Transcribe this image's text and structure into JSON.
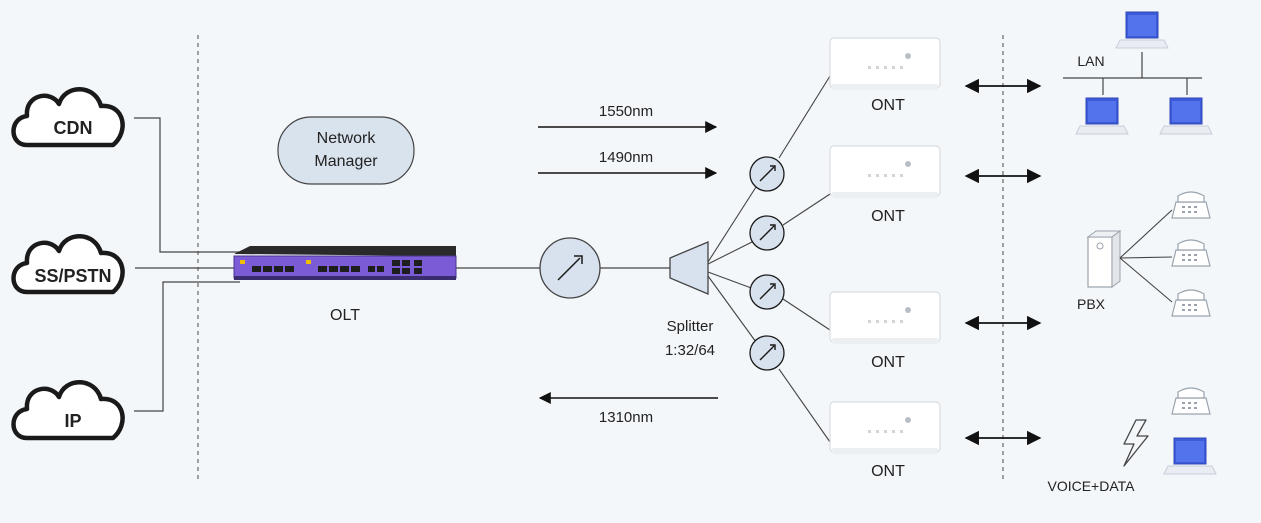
{
  "clouds": {
    "cdn": "CDN",
    "ss_pstn": "SS/PSTN",
    "ip": "IP"
  },
  "network_manager": {
    "line1": "Network",
    "line2": "Manager"
  },
  "olt": "OLT",
  "wavelengths": {
    "downstream_1": "1550nm",
    "downstream_2": "1490nm",
    "upstream": "1310nm"
  },
  "splitter": {
    "line1": "Splitter",
    "line2": "1:32/64"
  },
  "ont_labels": [
    "ONT",
    "ONT",
    "ONT",
    "ONT"
  ],
  "lan": "LAN",
  "pbx": "PBX",
  "voice_data": "VOICE+DATA",
  "colors": {
    "olt_purple": "#7b5cd6",
    "laptop_blue": "#3d5bd9",
    "line": "#444444",
    "cloud_stroke": "#1a1a1a"
  }
}
